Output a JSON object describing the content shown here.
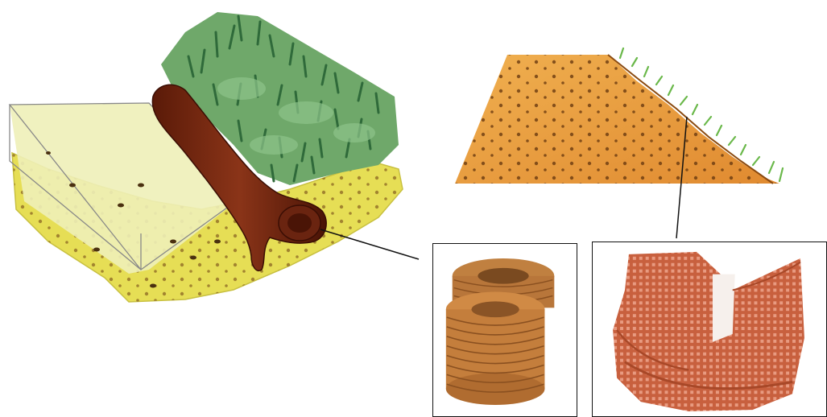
{
  "illustrations": [
    {
      "name": "coir-log-bank-illustration"
    },
    {
      "name": "slope-blanket-illustration"
    },
    {
      "name": "coir-rope-photo"
    },
    {
      "name": "coir-net-photo"
    }
  ],
  "colors": {
    "soil_yellow": "#e8e060",
    "soil_light": "#f2f0a0",
    "log_brown": "#7a2a10",
    "vegetation_green": "#4a8a55",
    "slope_orange": "#e89a3a",
    "rope_tan": "#c8813a",
    "net_terracotta": "#c8603e",
    "leader_line": "#111111"
  }
}
